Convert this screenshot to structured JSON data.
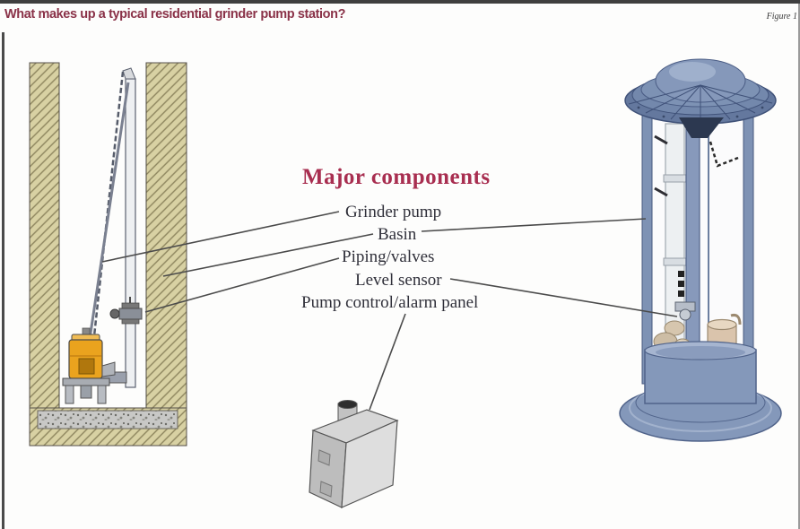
{
  "header": {
    "title": "What makes up a typical residential grinder pump station?",
    "figure_label": "Figure 1"
  },
  "diagram": {
    "heading": "Major components",
    "components": [
      {
        "label": "Grinder pump"
      },
      {
        "label": "Basin"
      },
      {
        "label": "Piping/valves"
      },
      {
        "label": "Level sensor"
      },
      {
        "label": "Pump control/alarm panel"
      }
    ]
  },
  "colors": {
    "title_text": "#8a3248",
    "heading_text": "#a82e50",
    "label_text": "#30303a",
    "leader_line": "#4b4b4b",
    "earth_hatch_tan": "#d8d1a3",
    "gravel_gray": "#c8c8c6",
    "basin_blue": "#8498ba",
    "pump_orange": "#eaa31e",
    "top_bar": "#3f3f3f"
  }
}
